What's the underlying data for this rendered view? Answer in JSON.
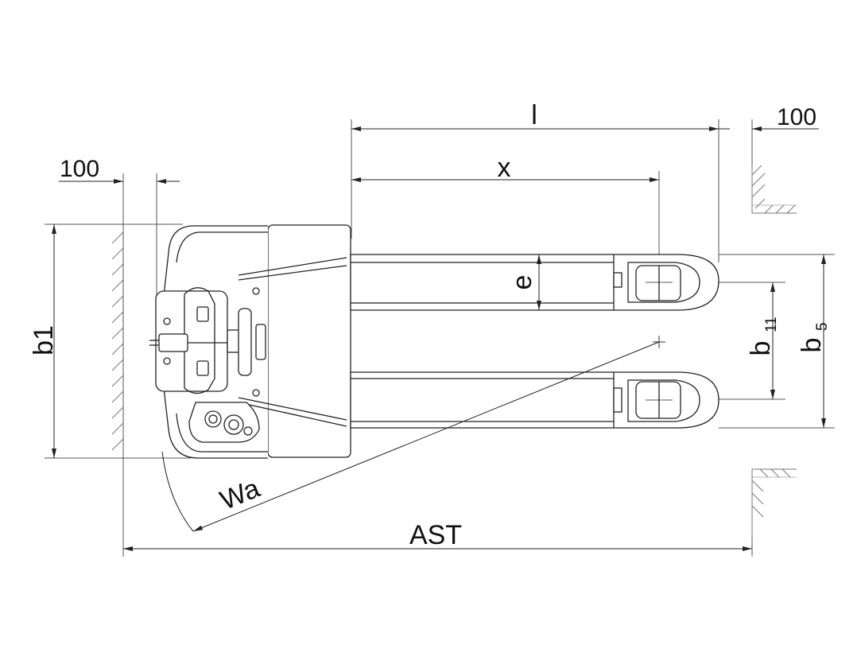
{
  "dimensions": {
    "l": "l",
    "x": "x",
    "e": "e",
    "b1": "b1",
    "b5_base": "b",
    "b5_sub": "5",
    "b11_base": "b",
    "b11_sub": "11",
    "wa": "Wa",
    "ast": "AST",
    "clearance_left": "100",
    "clearance_right": "100"
  },
  "colors": {
    "line": "#222222",
    "thin": "#555555",
    "hatch": "#777777"
  }
}
